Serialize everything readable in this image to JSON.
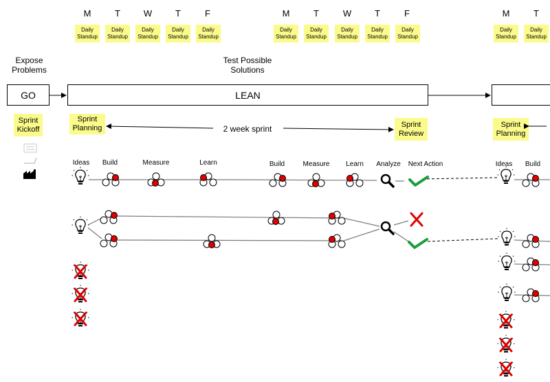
{
  "days": [
    "M",
    "T",
    "W",
    "T",
    "F",
    "M",
    "T",
    "W",
    "T",
    "F",
    "M",
    "T"
  ],
  "standup_label": "Daily Standup",
  "expose_problems": "Expose Problems",
  "test_solutions": "Test Possible Solutions",
  "go_label": "GO",
  "lean_label": "LEAN",
  "sprint_kickoff": "Sprint Kickoff",
  "sprint_planning": "Sprint Planning",
  "sprint_review": "Sprint Review",
  "sprint_planning_2": "Sprint Planning",
  "two_week_sprint": "2 week sprint",
  "stage_labels": {
    "ideas": "Ideas",
    "build": "Build",
    "measure": "Measure",
    "learn": "Learn",
    "build2": "Build",
    "measure2": "Measure",
    "learn2": "Learn",
    "analyze": "Analyze",
    "next_action": "Next Action",
    "ideas_next": "Ideas",
    "build_next": "Build"
  },
  "colors": {
    "sticky": "#fbfb8c",
    "accent_red": "#e00000",
    "check_green": "#1a9e3a"
  },
  "icons": [
    "bulb-icon",
    "build-measure-learn-icon",
    "magnifier-icon",
    "check-icon",
    "x-mark-icon",
    "crossed-bulb-icon",
    "whiteboard-icon",
    "factory-icon"
  ]
}
